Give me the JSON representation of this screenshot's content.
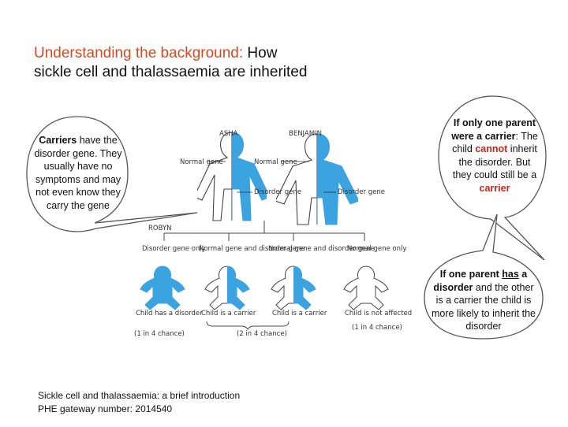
{
  "title": {
    "accent": "Understanding the background:",
    "rest_line1": " How",
    "line2": "sickle cell and thalassaemia are inherited"
  },
  "bubble_carriers": {
    "bold": "Carriers",
    "text": " have the disorder gene. They usually have no symptoms and may not even know they carry the gene"
  },
  "bubble_one_carrier": {
    "p1": "If only one parent were a ",
    "p1b": "carrier",
    "p2": ": The child ",
    "cannot": "cannot",
    "p3": " inherit the disorder. But they could still be a ",
    "carrier": "carrier"
  },
  "bubble_disorder": {
    "p1": "If one parent ",
    "has": "has",
    "p2": " a ",
    "disorder": "disorder",
    "p3": " and the other is a carrier the child is more likely to inherit the disorder"
  },
  "diagram": {
    "parent_left_name": "ASHA",
    "parent_right_name": "BENJAMIN",
    "child_name": "ROBYN",
    "normal_gene": "Normal gene",
    "disorder_gene": "Disorder gene",
    "child1_top": "Disorder gene only",
    "child2_top": "Normal gene and disorder gene",
    "child3_top": "Normal gene and disorder gene",
    "child4_top": "Normal gene only",
    "child1_bottom": "Child has a disorder",
    "child2_bottom": "Child is a carrier",
    "child3_bottom": "Child is a carrier",
    "child4_bottom": "Child is not affected",
    "chance_1": "(1 in 4 chance)",
    "chance_2": "(2 in 4 chance)",
    "chance_3": "(1 in 4 chance)",
    "colors": {
      "disorder": "#3aa3e0",
      "normal": "#ffffff",
      "outline": "#444444"
    }
  },
  "footer": {
    "line1": "Sickle cell and thalassaemia: a brief introduction",
    "line2": "PHE gateway number: 2014540"
  }
}
